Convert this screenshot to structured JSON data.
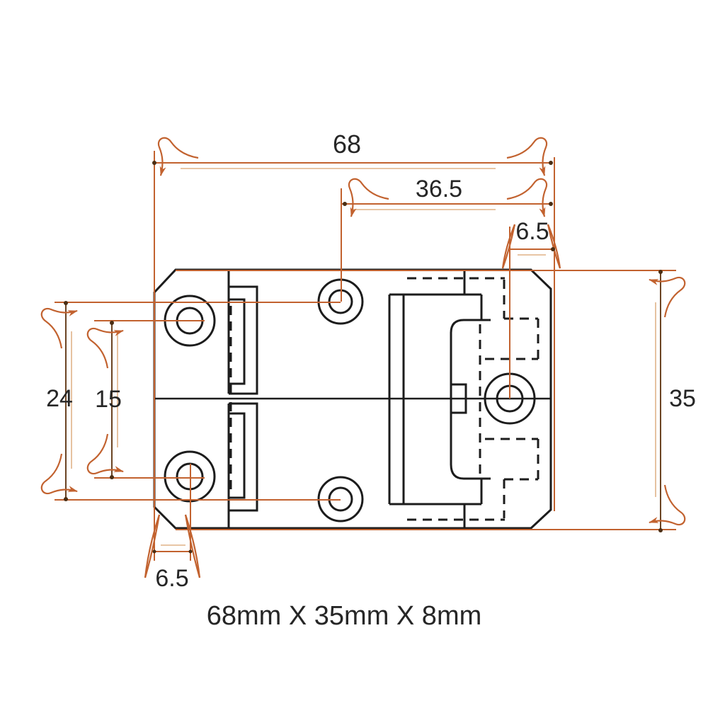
{
  "drawing": {
    "caption": "68mm X 35mm X 8mm",
    "colors": {
      "dimension_orange": "#c2622f",
      "dimension_light": "#d9a26e",
      "dimension_dark": "#6b4423",
      "line_black": "#1c1c1c",
      "end_dot": "#4a2e14",
      "background": "#ffffff",
      "text": "#262626"
    },
    "dimensions": {
      "overall_width": {
        "label": "68"
      },
      "hole_offset_width": {
        "label": "36.5"
      },
      "pin_offset_top_right": {
        "label": "6.5"
      },
      "hole_span_outer": {
        "label": "24"
      },
      "hole_span_inner": {
        "label": "15"
      },
      "overall_height": {
        "label": "35"
      },
      "pin_offset_bottom_left": {
        "label": "6.5"
      }
    }
  }
}
